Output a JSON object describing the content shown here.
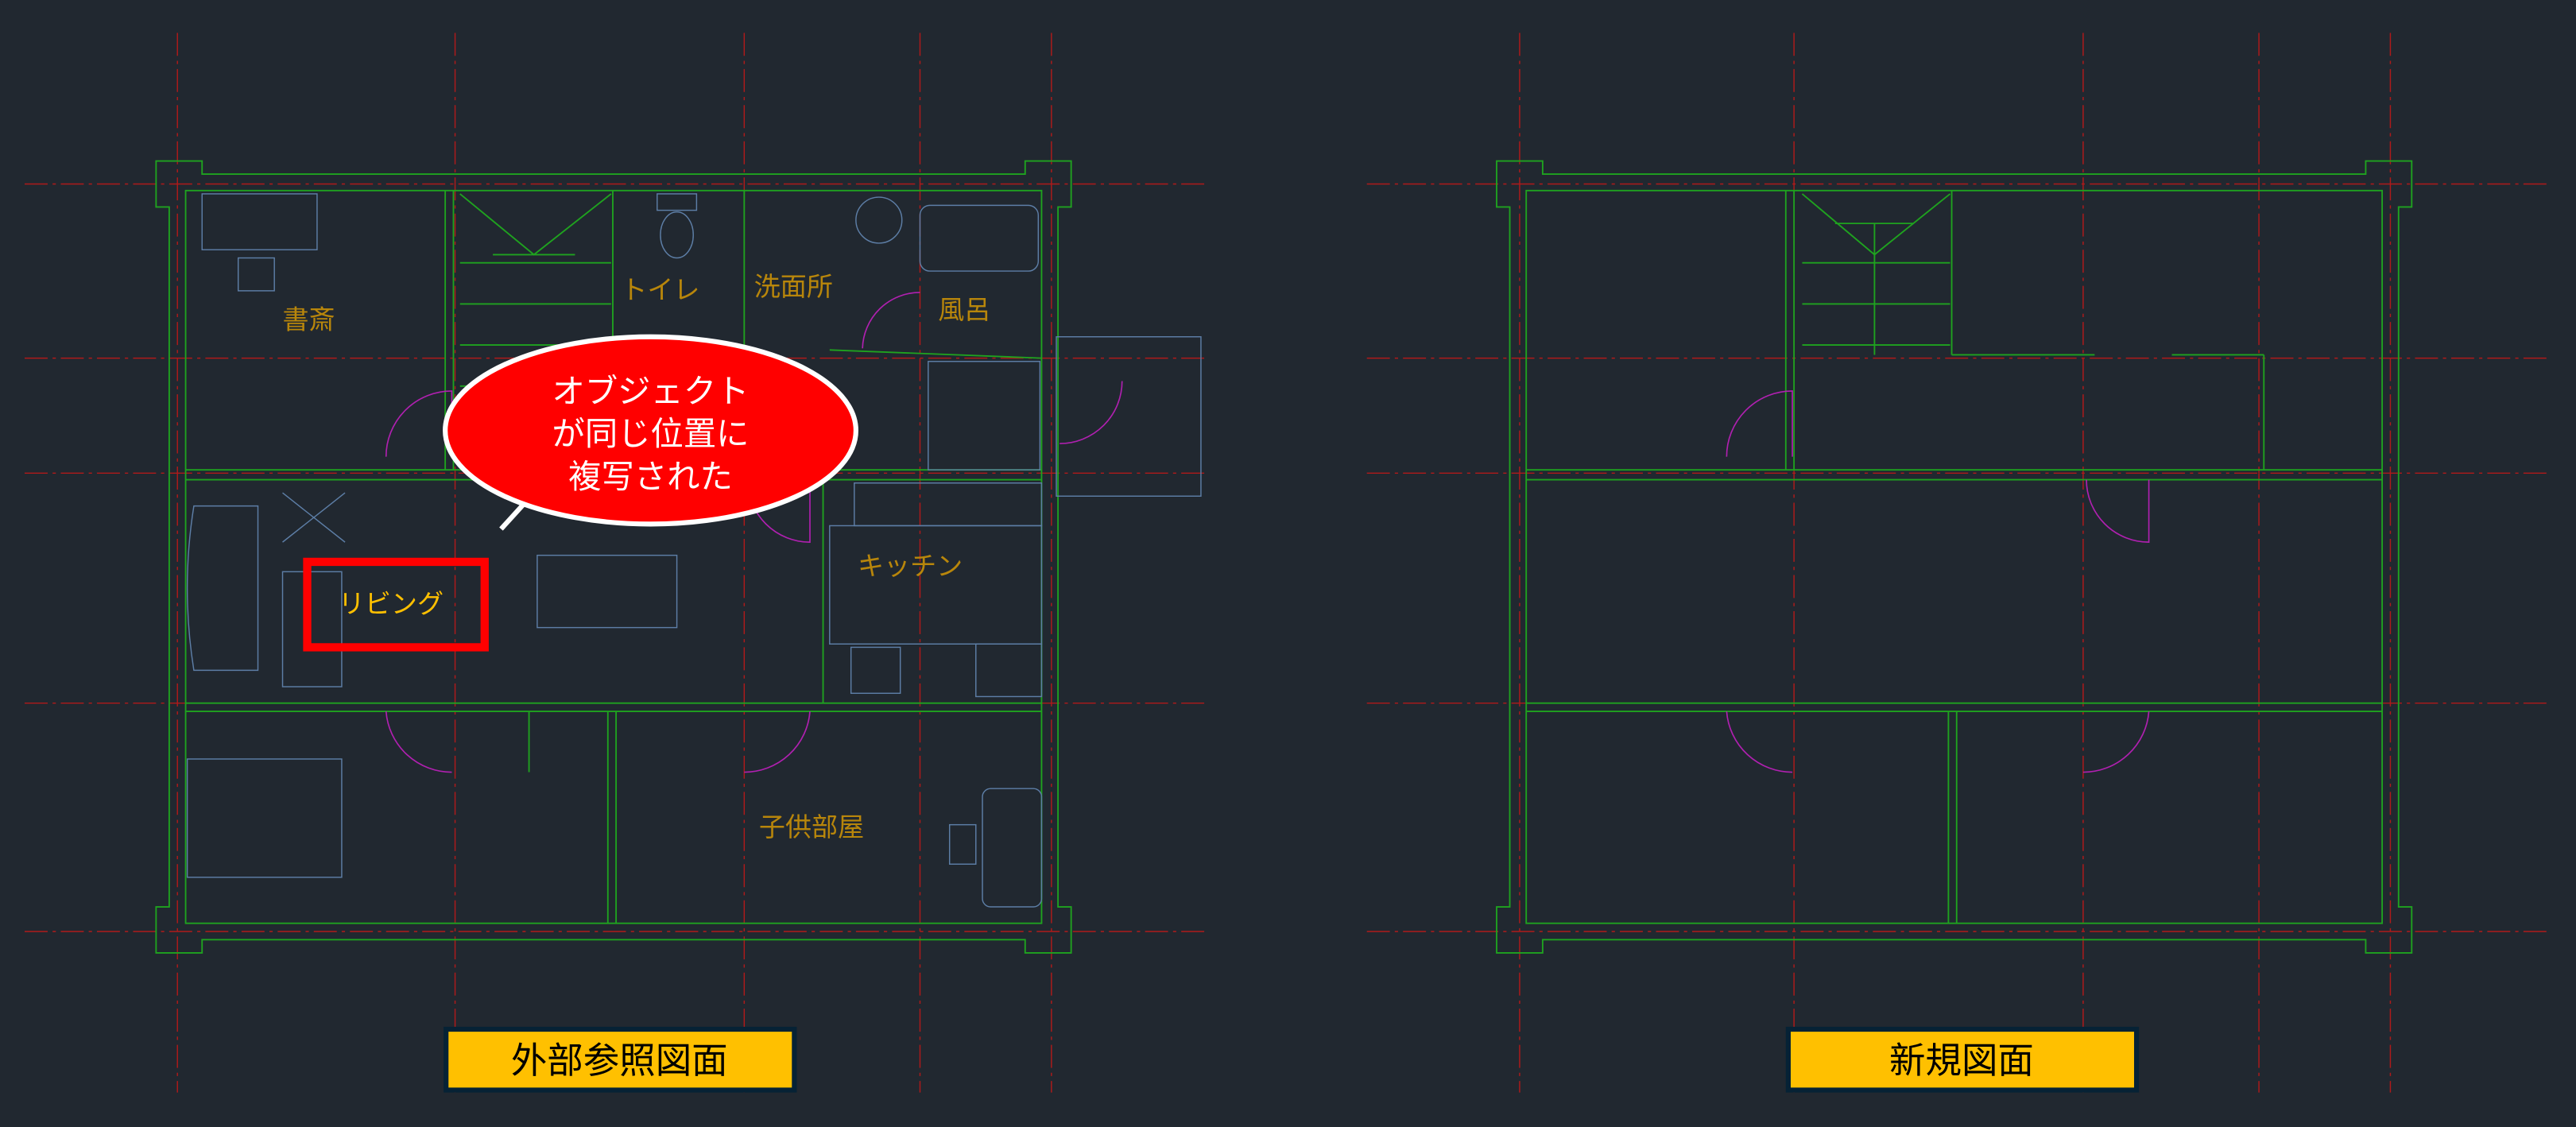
{
  "left_drawing": {
    "title": "外部参照図面",
    "rooms": {
      "study": "書斎",
      "toilet": "トイレ",
      "washroom": "洗面所",
      "bath": "風呂",
      "kitchen": "キッチン",
      "living": "リビング",
      "kids_room": "子供部屋"
    },
    "callout": {
      "line1": "オブジェクト",
      "line2": "が同じ位置に",
      "line3": "複写された"
    }
  },
  "right_drawing": {
    "title": "新規図面"
  },
  "colors": {
    "background": "#212830",
    "grid": "#b01a1a",
    "wall": "#1fa31f",
    "door": "#b020b0",
    "furniture": "#5d7ea6",
    "room_label": "#b8860b",
    "highlight": "#ff0000",
    "title_bg": "#ffc000"
  }
}
